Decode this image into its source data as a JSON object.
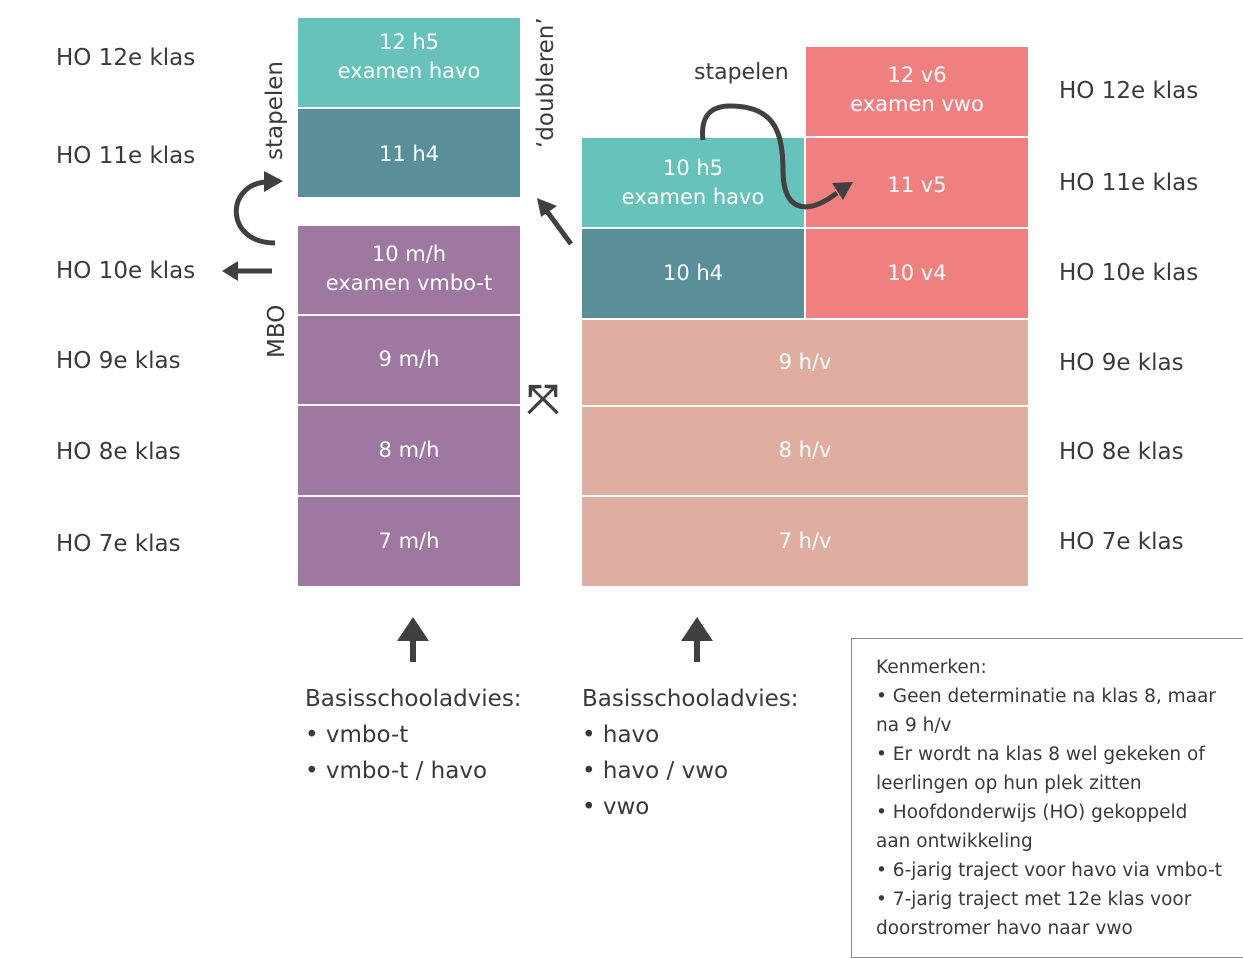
{
  "left_labels": {
    "k12": "HO 12e klas",
    "k11": "HO 11e klas",
    "k10": "HO 10e klas",
    "k9": "HO 9e klas",
    "k8": "HO 8e klas",
    "k7": "HO 7e klas"
  },
  "right_labels": {
    "k12": "HO 12e klas",
    "k11": "HO 11e klas",
    "k10": "HO 10e klas",
    "k9": "HO 9e klas",
    "k8": "HO 8e klas",
    "k7": "HO 7e klas"
  },
  "mh_column": {
    "h5_line1": "12 h5",
    "h5_line2": "examen havo",
    "h4": "11 h4",
    "mh10_line1": "10 m/h",
    "mh10_line2": "examen vmbo-t",
    "mh9": "9 m/h",
    "mh8": "8 m/h",
    "mh7": "7 m/h"
  },
  "hv_column": {
    "h5_line1": "10 h5",
    "h5_line2": "examen havo",
    "h4": "10 h4",
    "v6_line1": "12 v6",
    "v6_line2": "examen vwo",
    "v5": "11 v5",
    "v4": "10 v4",
    "hv9": "9 h/v",
    "hv8": "8 h/v",
    "hv7": "7 h/v"
  },
  "annotations": {
    "stapelen_left": "stapelen",
    "doubleren": "‘doubleren’",
    "mbo": "MBO",
    "stapelen_right": "stapelen",
    "swap_symbol": "⤧"
  },
  "advies_left": {
    "title": "Basisschooladvies:",
    "items": [
      "• vmbo-t",
      "• vmbo-t / havo"
    ]
  },
  "advies_right": {
    "title": "Basisschooladvies:",
    "items": [
      "• havo",
      "• havo / vwo",
      "• vwo"
    ]
  },
  "kenmerken": {
    "title": "Kenmerken:",
    "lines": [
      "• Geen determinatie na klas 8, maar",
      "na 9 h/v",
      "• Er wordt na klas 8 wel gekeken of",
      "leerlingen op hun plek zitten",
      "• Hoofdonderwijs (HO) gekoppeld",
      "aan ontwikkeling",
      "• 6-jarig traject voor havo via vmbo-t",
      "• 7-jarig traject met 12e klas voor",
      "doorstromer havo naar vwo"
    ]
  },
  "colors": {
    "purple": "#9e78a0",
    "salmon": "#e0ada1",
    "teal": "#67c2bb",
    "dark_teal": "#5a8f99",
    "red": "#f07f80",
    "arrow": "#404040"
  }
}
